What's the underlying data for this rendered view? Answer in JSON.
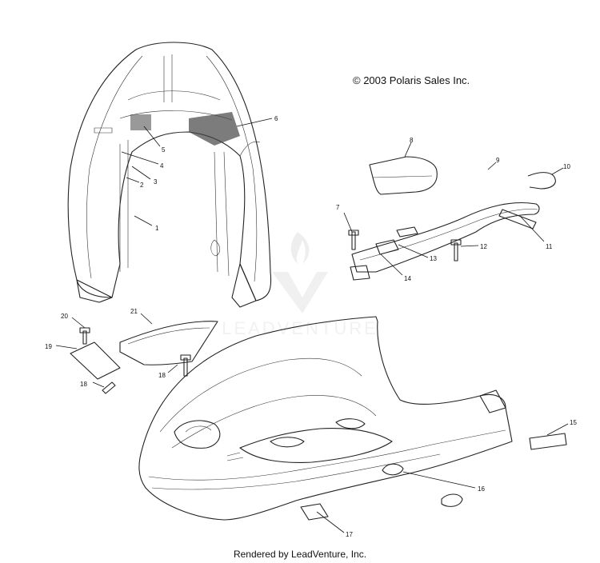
{
  "copyright": "© 2003 Polaris Sales Inc.",
  "footer": "Rendered by LeadVenture, Inc.",
  "watermark": "LEADVENTURE",
  "callouts": [
    "1",
    "2",
    "3",
    "4",
    "5",
    "6",
    "7",
    "8",
    "9",
    "10",
    "11",
    "12",
    "13",
    "14",
    "15",
    "16",
    "17",
    "18",
    "18",
    "19",
    "20",
    "21"
  ],
  "colors": {
    "line": "#111111",
    "watermark": "#d9d9d9",
    "background": "#ffffff"
  }
}
